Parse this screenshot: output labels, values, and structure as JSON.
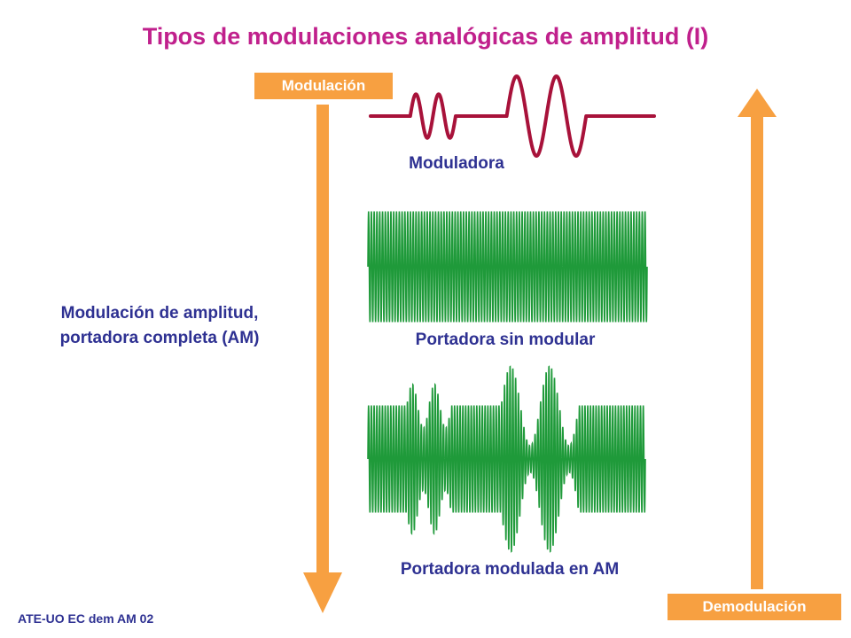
{
  "title": "Tipos de modulaciones analógicas de amplitud (I)",
  "tags": {
    "modulacion": "Modulación",
    "demodulacion": "Demodulación"
  },
  "signals": {
    "moduladora": "Moduladora",
    "portadora": "Portadora sin modular",
    "am": "Portadora modulada en AM"
  },
  "description": {
    "line1": "Modulación de amplitud,",
    "line2": "portadora completa (AM)"
  },
  "footer": "ATE-UO EC dem AM 02",
  "colors": {
    "title": "#c0208c",
    "text": "#2e3192",
    "arrow": "#f7a041",
    "modulating_wave": "#a8123a",
    "carrier_wave": "#1f9a3a"
  }
}
